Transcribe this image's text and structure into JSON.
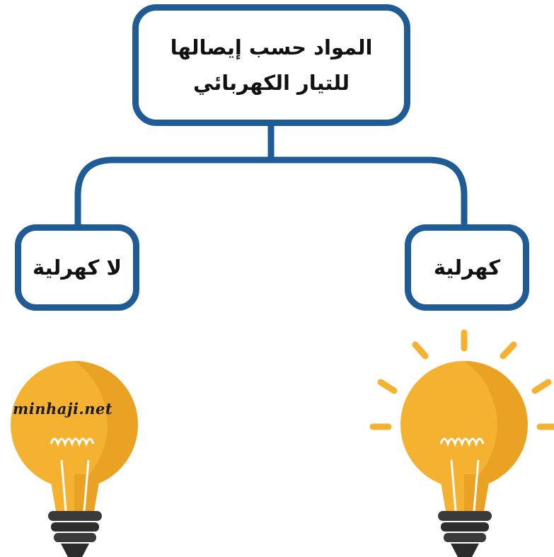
{
  "diagram": {
    "root": {
      "line1": "المواد حسب إيصالها",
      "line2": "للتيار الكهربائي"
    },
    "left_branch": {
      "label": "لا كهرلية",
      "bulb_state": "off"
    },
    "right_branch": {
      "label": "كهرلية",
      "bulb_state": "on"
    }
  },
  "watermark": {
    "text": "minhaji.net"
  },
  "colors": {
    "connector": "#1f5b94",
    "box_border": "#1f5b94",
    "bulb_glass": "#f5b230",
    "bulb_shade": "#e0951d",
    "bulb_base": "#3a3a3a",
    "glow_rays": "#f5b230"
  },
  "icons": {
    "left_bulb": "light-bulb-off-icon",
    "right_bulb": "light-bulb-on-icon"
  }
}
